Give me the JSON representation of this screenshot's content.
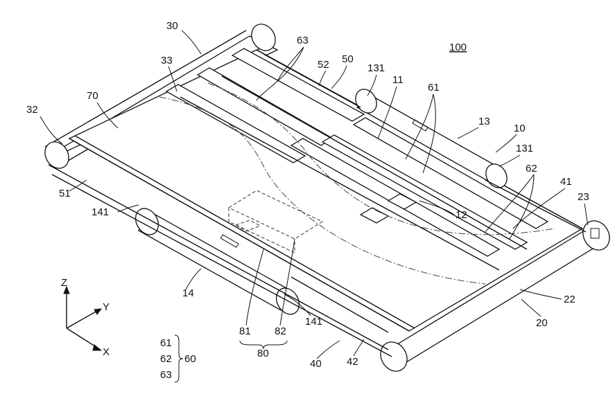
{
  "figure": {
    "ref_main": "100",
    "labels": {
      "l30": "30",
      "l63": "63",
      "l50": "50",
      "l52": "52",
      "l131a": "131",
      "l33": "33",
      "l11": "11",
      "l61": "61",
      "l70": "70",
      "l32": "32",
      "l13": "13",
      "l10": "10",
      "l131b": "131",
      "l62": "62",
      "l41": "41",
      "l23": "23",
      "l51": "51",
      "l141a": "141",
      "l12": "12",
      "l14": "14",
      "l22": "22",
      "l81": "81",
      "l82": "82",
      "l141b": "141",
      "l20": "20",
      "l80": "80",
      "l40": "40",
      "l42": "42"
    },
    "axes": {
      "z": "Z",
      "y": "Y",
      "x": "X"
    },
    "legend": {
      "a": "61",
      "b": "62",
      "c": "63",
      "group": "60"
    }
  }
}
